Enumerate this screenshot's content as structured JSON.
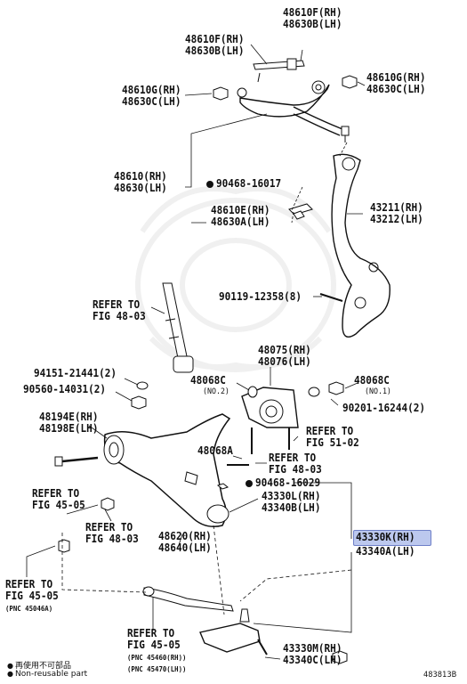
{
  "labels": {
    "upper_bolt": [
      "48610F(RH)",
      "48630B(LH)"
    ],
    "upper_bolt2": [
      "48610F(RH)",
      "48630B(LH)"
    ],
    "nut_left": [
      "48610G(RH)",
      "48630C(LH)"
    ],
    "nut_right": [
      "48610G(RH)",
      "48630C(LH)"
    ],
    "upper_arm": [
      "48610(RH)",
      "48630(LH)"
    ],
    "bolt_90468_16017": "90468-16017",
    "upper_arm_sub": [
      "48610E(RH)",
      "48630A(LH)"
    ],
    "knuckle": [
      "43211(RH)",
      "43212(LH)"
    ],
    "bolt_90119": "90119-12358(8)",
    "refer_48_03_top": [
      "REFER TO",
      "FIG 48-03"
    ],
    "cam_plate": [
      "48075(RH)",
      "48076(LH)"
    ],
    "washer_94151": "94151-21441(2)",
    "nut_90560": "90560-14031(2)",
    "cam_48068c_no2": "48068C",
    "no2": "(NO.2)",
    "cam_48068c_no1": "48068C",
    "no1": "(NO.1)",
    "nut_90201": "90201-16244(2)",
    "stabilizer_link": [
      "48194E(RH)",
      "48198E(LH)"
    ],
    "refer_51_02": [
      "REFER TO",
      "FIG 51-02"
    ],
    "cam_48068a": "48068A",
    "refer_48_03_mid": [
      "REFER TO",
      "FIG 48-03"
    ],
    "bolt_90468_16029": "90468-16029",
    "lower_ball_l": [
      "43330L(RH)",
      "43340B(LH)"
    ],
    "refer_45_05_a": [
      "REFER TO",
      "FIG 45-05"
    ],
    "refer_48_03_low": [
      "REFER TO",
      "FIG 48-03"
    ],
    "lower_arm": [
      "48620(RH)",
      "48640(LH)"
    ],
    "highlight_part": "43330K(RH)",
    "highlight_part_lh": "43340A(LH)",
    "refer_45_05_b": [
      "REFER TO",
      "FIG 45-05",
      "(PNC 45046A)"
    ],
    "refer_45_05_c": [
      "REFER TO",
      "FIG 45-05",
      "(PNC 45460(RH))",
      "(PNC 45470(LH))"
    ],
    "lower_ball_m": [
      "43330M(RH)",
      "43340C(LH)"
    ]
  },
  "legend": {
    "reuse_jp": "再使用不可部品",
    "reuse_en": "Non-reusable part"
  },
  "figure_id": "483813B",
  "colors": {
    "ink": "#111111",
    "highlight": "#bcc8ee",
    "watermark": "#e6e6e6"
  }
}
